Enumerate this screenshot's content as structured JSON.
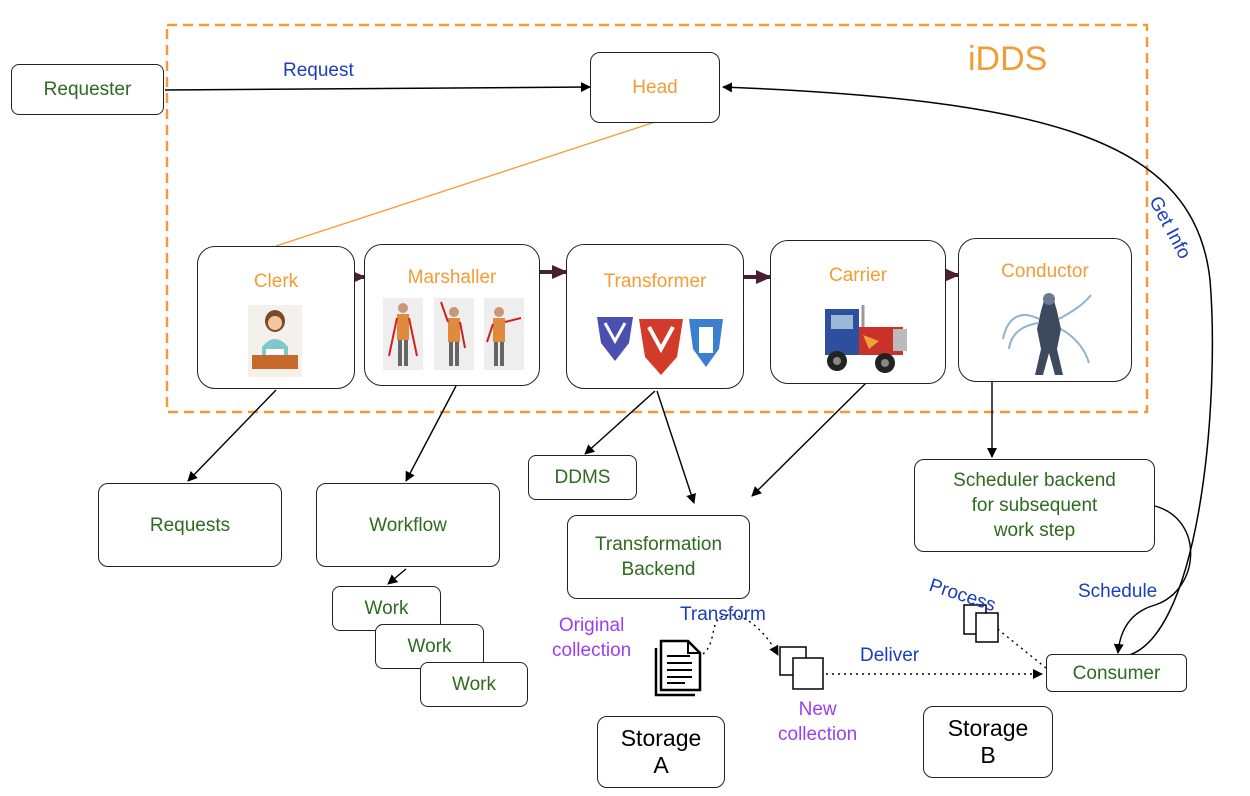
{
  "title": "iDDS",
  "head": "Head",
  "requester": "Requester",
  "stages": {
    "clerk": "Clerk",
    "marshaller": "Marshaller",
    "transformer": "Transformer",
    "carrier": "Carrier",
    "conductor": "Conductor"
  },
  "outputs": {
    "requests": "Requests",
    "workflow": "Workflow",
    "works": [
      "Work",
      "Work",
      "Work"
    ],
    "ddms": "DDMS",
    "transformation_backend_line1": "Transformation",
    "transformation_backend_line2": "Backend",
    "scheduler_line1": "Scheduler backend",
    "scheduler_line2": "for subsequent",
    "scheduler_line3": "work step",
    "consumer": "Consumer",
    "storage_a_line1": "Storage",
    "storage_a_line2": "A",
    "storage_b_line1": "Storage",
    "storage_b_line2": "B"
  },
  "edge_labels": {
    "request": "Request",
    "get_info": "Get Info",
    "transform": "Transform",
    "deliver": "Deliver",
    "process": "Process",
    "schedule": "Schedule",
    "original_collection_line1": "Original",
    "original_collection_line2": "collection",
    "new_collection_line1": "New",
    "new_collection_line2": "collection"
  },
  "colors": {
    "stage_label": "#f39c34",
    "box_text": "#2e6b1e",
    "edge_label": "#1a3fbd",
    "collection_label": "#9a3ff0",
    "stage_arrow": "#4a1f30",
    "frame": "#f39c34"
  }
}
